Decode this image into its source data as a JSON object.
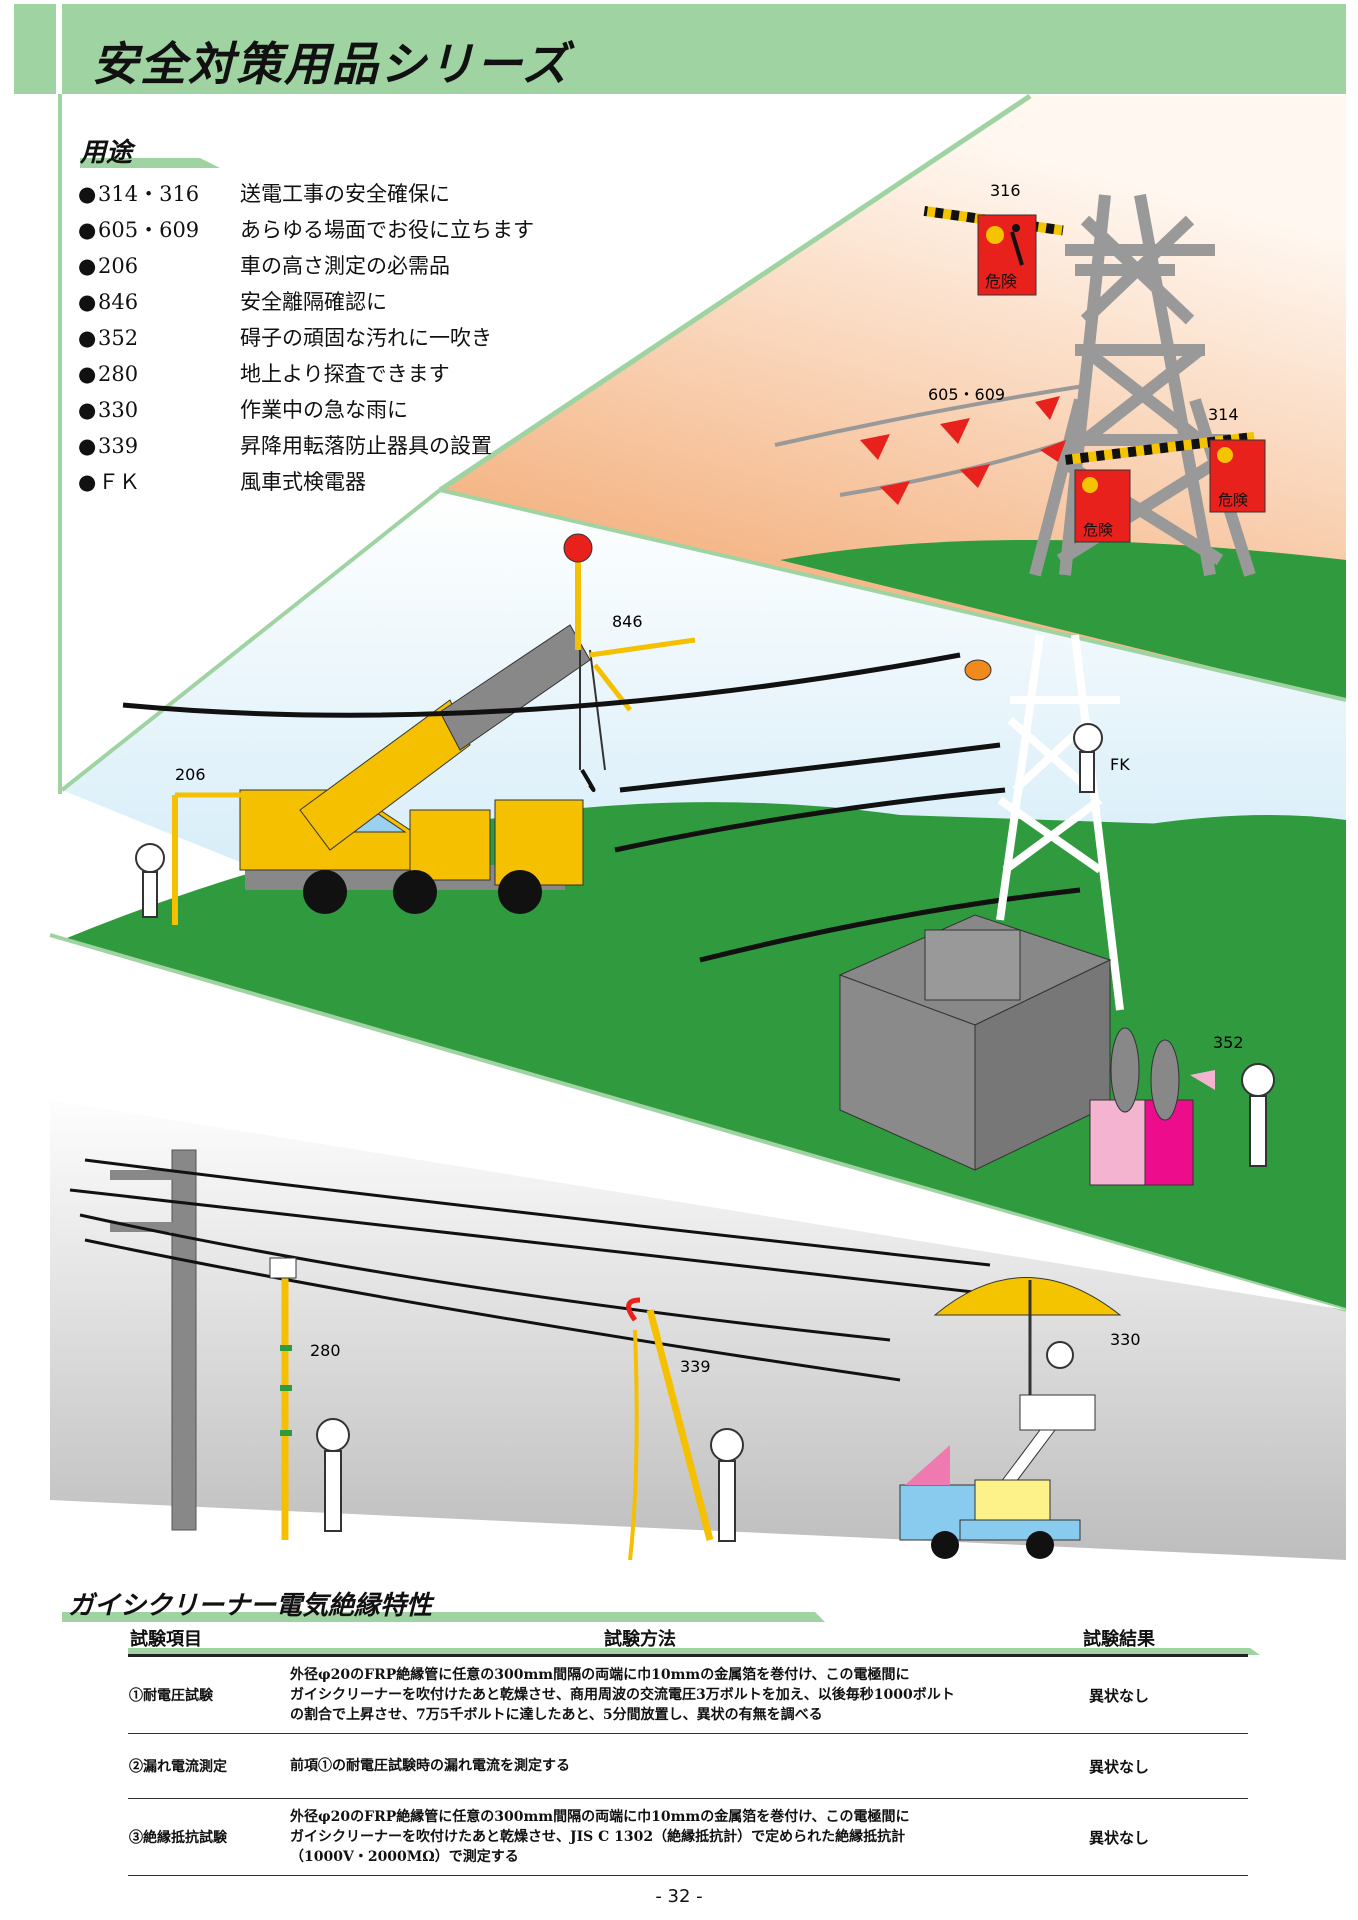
{
  "header": {
    "title": "安全対策用品シリーズ"
  },
  "usage": {
    "heading": "用途",
    "bullet": "●",
    "items": [
      {
        "code": "314・316",
        "desc": "送電工事の安全確保に"
      },
      {
        "code": "605・609",
        "desc": "あらゆる場面でお役に立ちます"
      },
      {
        "code": "206",
        "desc": "車の高さ測定の必需品"
      },
      {
        "code": "846",
        "desc": "安全離隔確認に"
      },
      {
        "code": "352",
        "desc": "碍子の頑固な汚れに一吹き"
      },
      {
        "code": "280",
        "desc": "地上より探査できます"
      },
      {
        "code": "330",
        "desc": "作業中の急な雨に"
      },
      {
        "code": "339",
        "desc": "昇降用転落防止器具の設置"
      },
      {
        "code": "ＦＫ",
        "desc": "風車式検電器"
      }
    ]
  },
  "illustration_labels": {
    "l316": "316",
    "l605": "605・609",
    "l314": "314",
    "l846": "846",
    "l206": "206",
    "lFK": "FK",
    "l352": "352",
    "l280": "280",
    "l339": "339",
    "l330": "330",
    "danger": "危険"
  },
  "test_table": {
    "heading": "ガイシクリーナー電気絶縁特性",
    "columns": [
      "試験項目",
      "試験方法",
      "試験結果"
    ],
    "rows": [
      {
        "item": "①耐電圧試験",
        "method": [
          "外径φ20のFRP絶縁管に任意の300mm間隔の両端に巾10mmの金属箔を巻付け、この電極間に",
          "ガイシクリーナーを吹付けたあと乾燥させ、商用周波の交流電圧3万ボルトを加え、以後毎秒1000ボルト",
          "の割合で上昇させ、7万5千ボルトに達したあと、5分間放置し、異状の有無を調べる"
        ],
        "result": "異状なし"
      },
      {
        "item": "②漏れ電流測定",
        "method": [
          "前項①の耐電圧試験時の漏れ電流を測定する"
        ],
        "result": "異状なし"
      },
      {
        "item": "③絶縁抵抗試験",
        "method": [
          "外径φ20のFRP絶縁管に任意の300mm間隔の両端に巾10mmの金属箔を巻付け、この電極間に",
          "ガイシクリーナーを吹付けたあと乾燥させ、JIS C 1302（絶縁抵抗計）で定められた絶縁抵抗計",
          "（1000V・2000MΩ）で測定する"
        ],
        "result": "異状なし"
      }
    ]
  },
  "footer": {
    "page_number": "- 32 -"
  },
  "colors": {
    "banner": "#9fd3a2",
    "orange": "#f0a86e",
    "grass": "#2f9a3e",
    "sky": "#b8e0f2",
    "yellow": "#f5c400",
    "danger_red": "#e8211c"
  }
}
